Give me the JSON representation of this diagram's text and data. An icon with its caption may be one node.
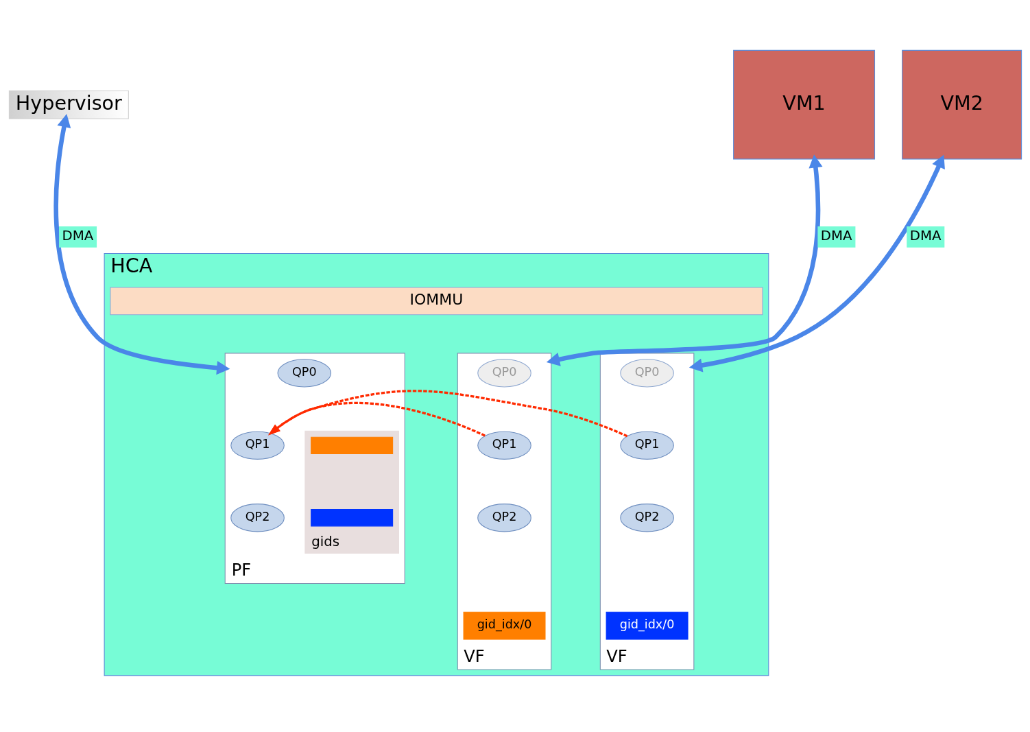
{
  "diagram": {
    "nodes": [
      {
        "text": [
          "Hypervisor"
        ]
      },
      {
        "text": [
          "VM1"
        ]
      },
      {
        "text": [
          "VM2"
        ]
      },
      {
        "text": [
          "HCA"
        ]
      },
      {
        "text": [
          "IOMMU"
        ],
        "in": 3
      },
      {
        "text": [
          "PF"
        ],
        "in": 3
      },
      {
        "text": [
          "QP0"
        ],
        "in": 5
      },
      {
        "text": [
          "QP1"
        ],
        "in": 5
      },
      {
        "text": [
          "QP2"
        ],
        "in": 5
      },
      {
        "text": [
          "gids"
        ],
        "in": 5
      },
      {
        "text": [],
        "shape": "bar",
        "in": 9
      },
      {
        "text": [],
        "shape": "bar",
        "in": 9
      },
      {
        "text": [
          "VF"
        ],
        "in": 3
      },
      {
        "text": [
          "QP0"
        ],
        "in": 12
      },
      {
        "text": [
          "QP1"
        ],
        "in": 12
      },
      {
        "text": [
          "QP2"
        ],
        "in": 12
      },
      {
        "text": [
          "gid_idx/0"
        ],
        "in": 12
      },
      {
        "text": [
          "VF"
        ],
        "in": 3
      },
      {
        "text": [
          "QP0"
        ],
        "in": 17
      },
      {
        "text": [
          "QP1"
        ],
        "in": 17
      },
      {
        "text": [
          "QP2"
        ],
        "in": 17
      },
      {
        "text": [
          "gid_idx/0"
        ],
        "in": 17
      }
    ],
    "edges": [
      {
        "from": 0,
        "to": 5,
        "arrow": "both",
        "label": "DMA"
      },
      {
        "from": 1,
        "to": 12,
        "arrow": "both",
        "label": "DMA"
      },
      {
        "from": 2,
        "to": 17,
        "arrow": "both",
        "label": "DMA"
      },
      {
        "from": 14,
        "to": 7,
        "arrow": "to",
        "style": "dashed",
        "color": "#ff2a00"
      },
      {
        "from": 19,
        "to": 7,
        "arrow": "to",
        "style": "dashed",
        "color": "#ff2a00"
      }
    ]
  }
}
